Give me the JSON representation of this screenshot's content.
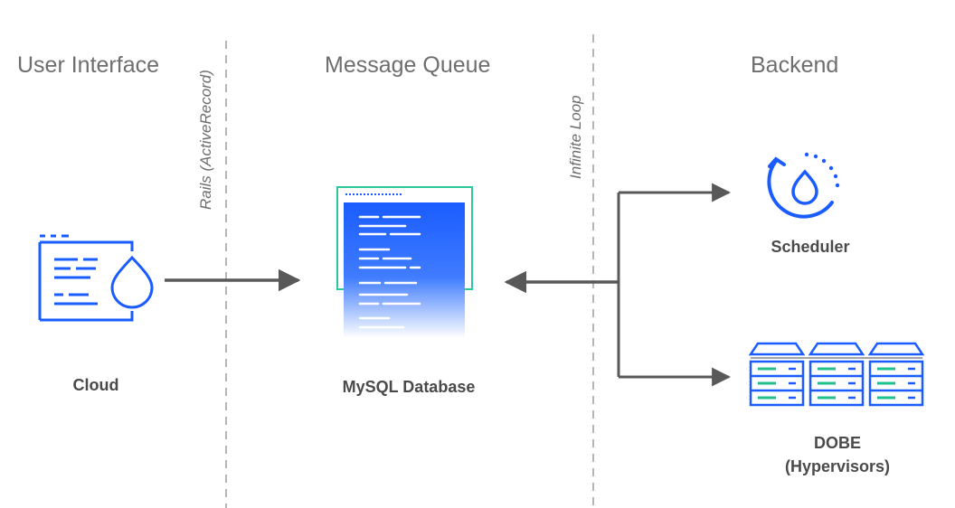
{
  "columns": {
    "user_interface": "User Interface",
    "message_queue": "Message Queue",
    "backend": "Backend"
  },
  "dividers": {
    "left": "Rails (ActiveRecord)",
    "right": "Infinite Loop"
  },
  "nodes": {
    "cloud": "Cloud",
    "mysql": "MySQL Database",
    "scheduler": "Scheduler",
    "dobe_line1": "DOBE",
    "dobe_line2": "(Hypervisors)"
  },
  "colors": {
    "blue": "#1a5cff",
    "green": "#1fc08e",
    "arrow": "#595959",
    "divider": "#b5b5b5"
  },
  "icons": {
    "cloud": "cloud-drop-window-icon",
    "database": "database-window-icon",
    "scheduler": "scheduler-cycle-drop-icon",
    "servers": "server-rack-icon"
  }
}
